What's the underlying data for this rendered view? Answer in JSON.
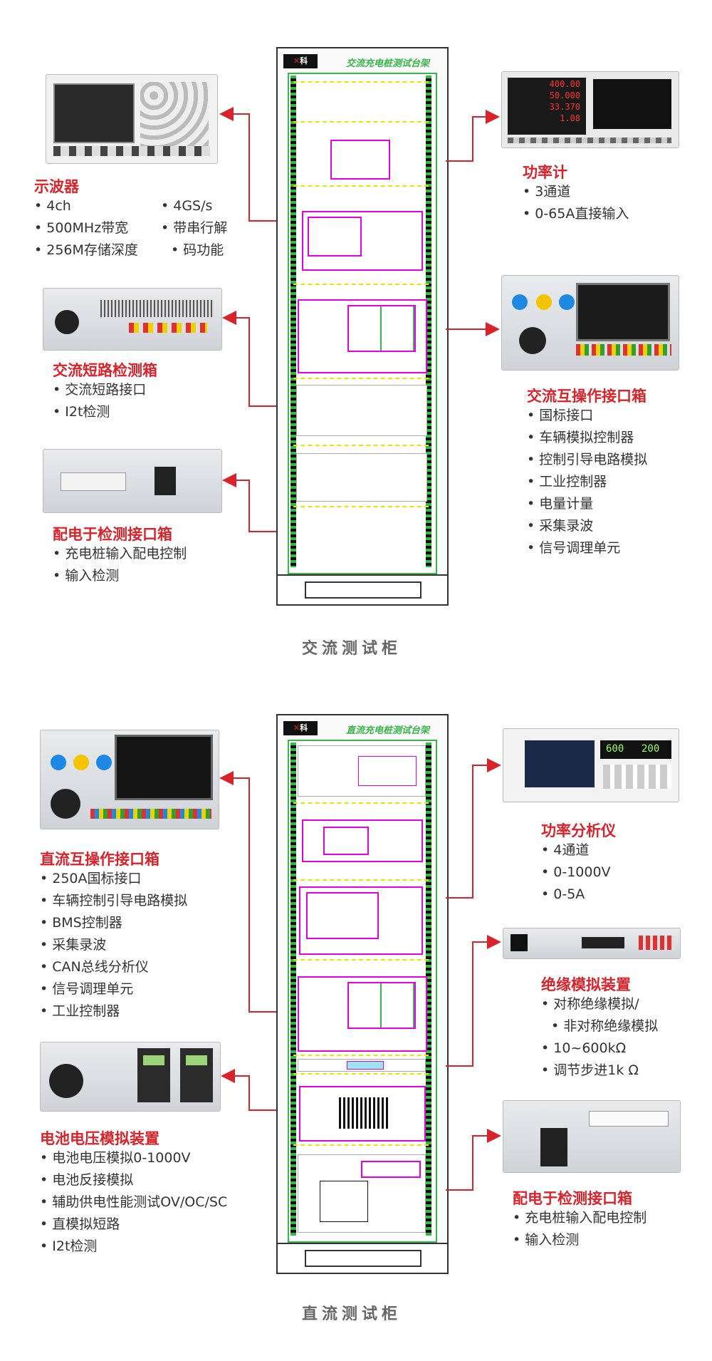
{
  "ac": {
    "cabinet_title": "交流充电桩测试台架",
    "caption": "交流测试柜",
    "oscilloscope": {
      "title": "示波器",
      "items_left": [
        "4ch",
        "500MHz带宽",
        "256M存储深度"
      ],
      "items_right": [
        "4GS/s",
        "带串行解",
        "码功能"
      ]
    },
    "power_meter": {
      "title": "功率计",
      "items": [
        "3通道",
        "0-65A直接输入"
      ],
      "readings": [
        "400.00",
        "50.000",
        "33.370",
        "1.08"
      ]
    },
    "short_circuit_box": {
      "title": "交流短路检测箱",
      "items": [
        "交流短路接口",
        "I2t检测"
      ]
    },
    "interop_box": {
      "title": "交流互操作接口箱",
      "items": [
        "国标接口",
        "车辆模拟控制器",
        "控制引导电路模拟",
        "工业控制器",
        "电量计量",
        "采集录波",
        "信号调理单元"
      ]
    },
    "power_dist_box": {
      "title": "配电于检测接口箱",
      "items": [
        "充电桩输入配电控制",
        "输入检测"
      ]
    }
  },
  "dc": {
    "cabinet_title": "直流充电桩测试台架",
    "caption": "直流测试柜",
    "interop_box": {
      "title": "直流互操作接口箱",
      "items": [
        "250A国标接口",
        "车辆控制引导电路模拟",
        "BMS控制器",
        "采集录波",
        "CAN总线分析仪",
        "信号调理单元",
        "工业控制器"
      ]
    },
    "battery_sim": {
      "title": "电池电压模拟装置",
      "items": [
        "电池电压模拟0-1000V",
        "电池反接模拟",
        "辅助供电性能测试OV/OC/SC",
        "直模拟短路",
        "I2t检测"
      ]
    },
    "power_analyzer": {
      "title": "功率分析仪",
      "items": [
        "4通道",
        "0-1000V",
        "0-5A"
      ],
      "readings": [
        "600",
        "200"
      ]
    },
    "insulation_sim": {
      "title": "绝缘模拟装置",
      "items": [
        "对称绝缘模拟/",
        "非对称绝缘模拟",
        "10~600kΩ",
        "调节步进1k Ω"
      ]
    },
    "power_dist_box": {
      "title": "配电于检测接口箱",
      "items": [
        "充电桩输入配电控制",
        "输入检测"
      ]
    }
  },
  "colors": {
    "accent": "#d8232a",
    "frame": "#39b54a",
    "panel": "#e600e6",
    "dash": "#e6e600"
  }
}
